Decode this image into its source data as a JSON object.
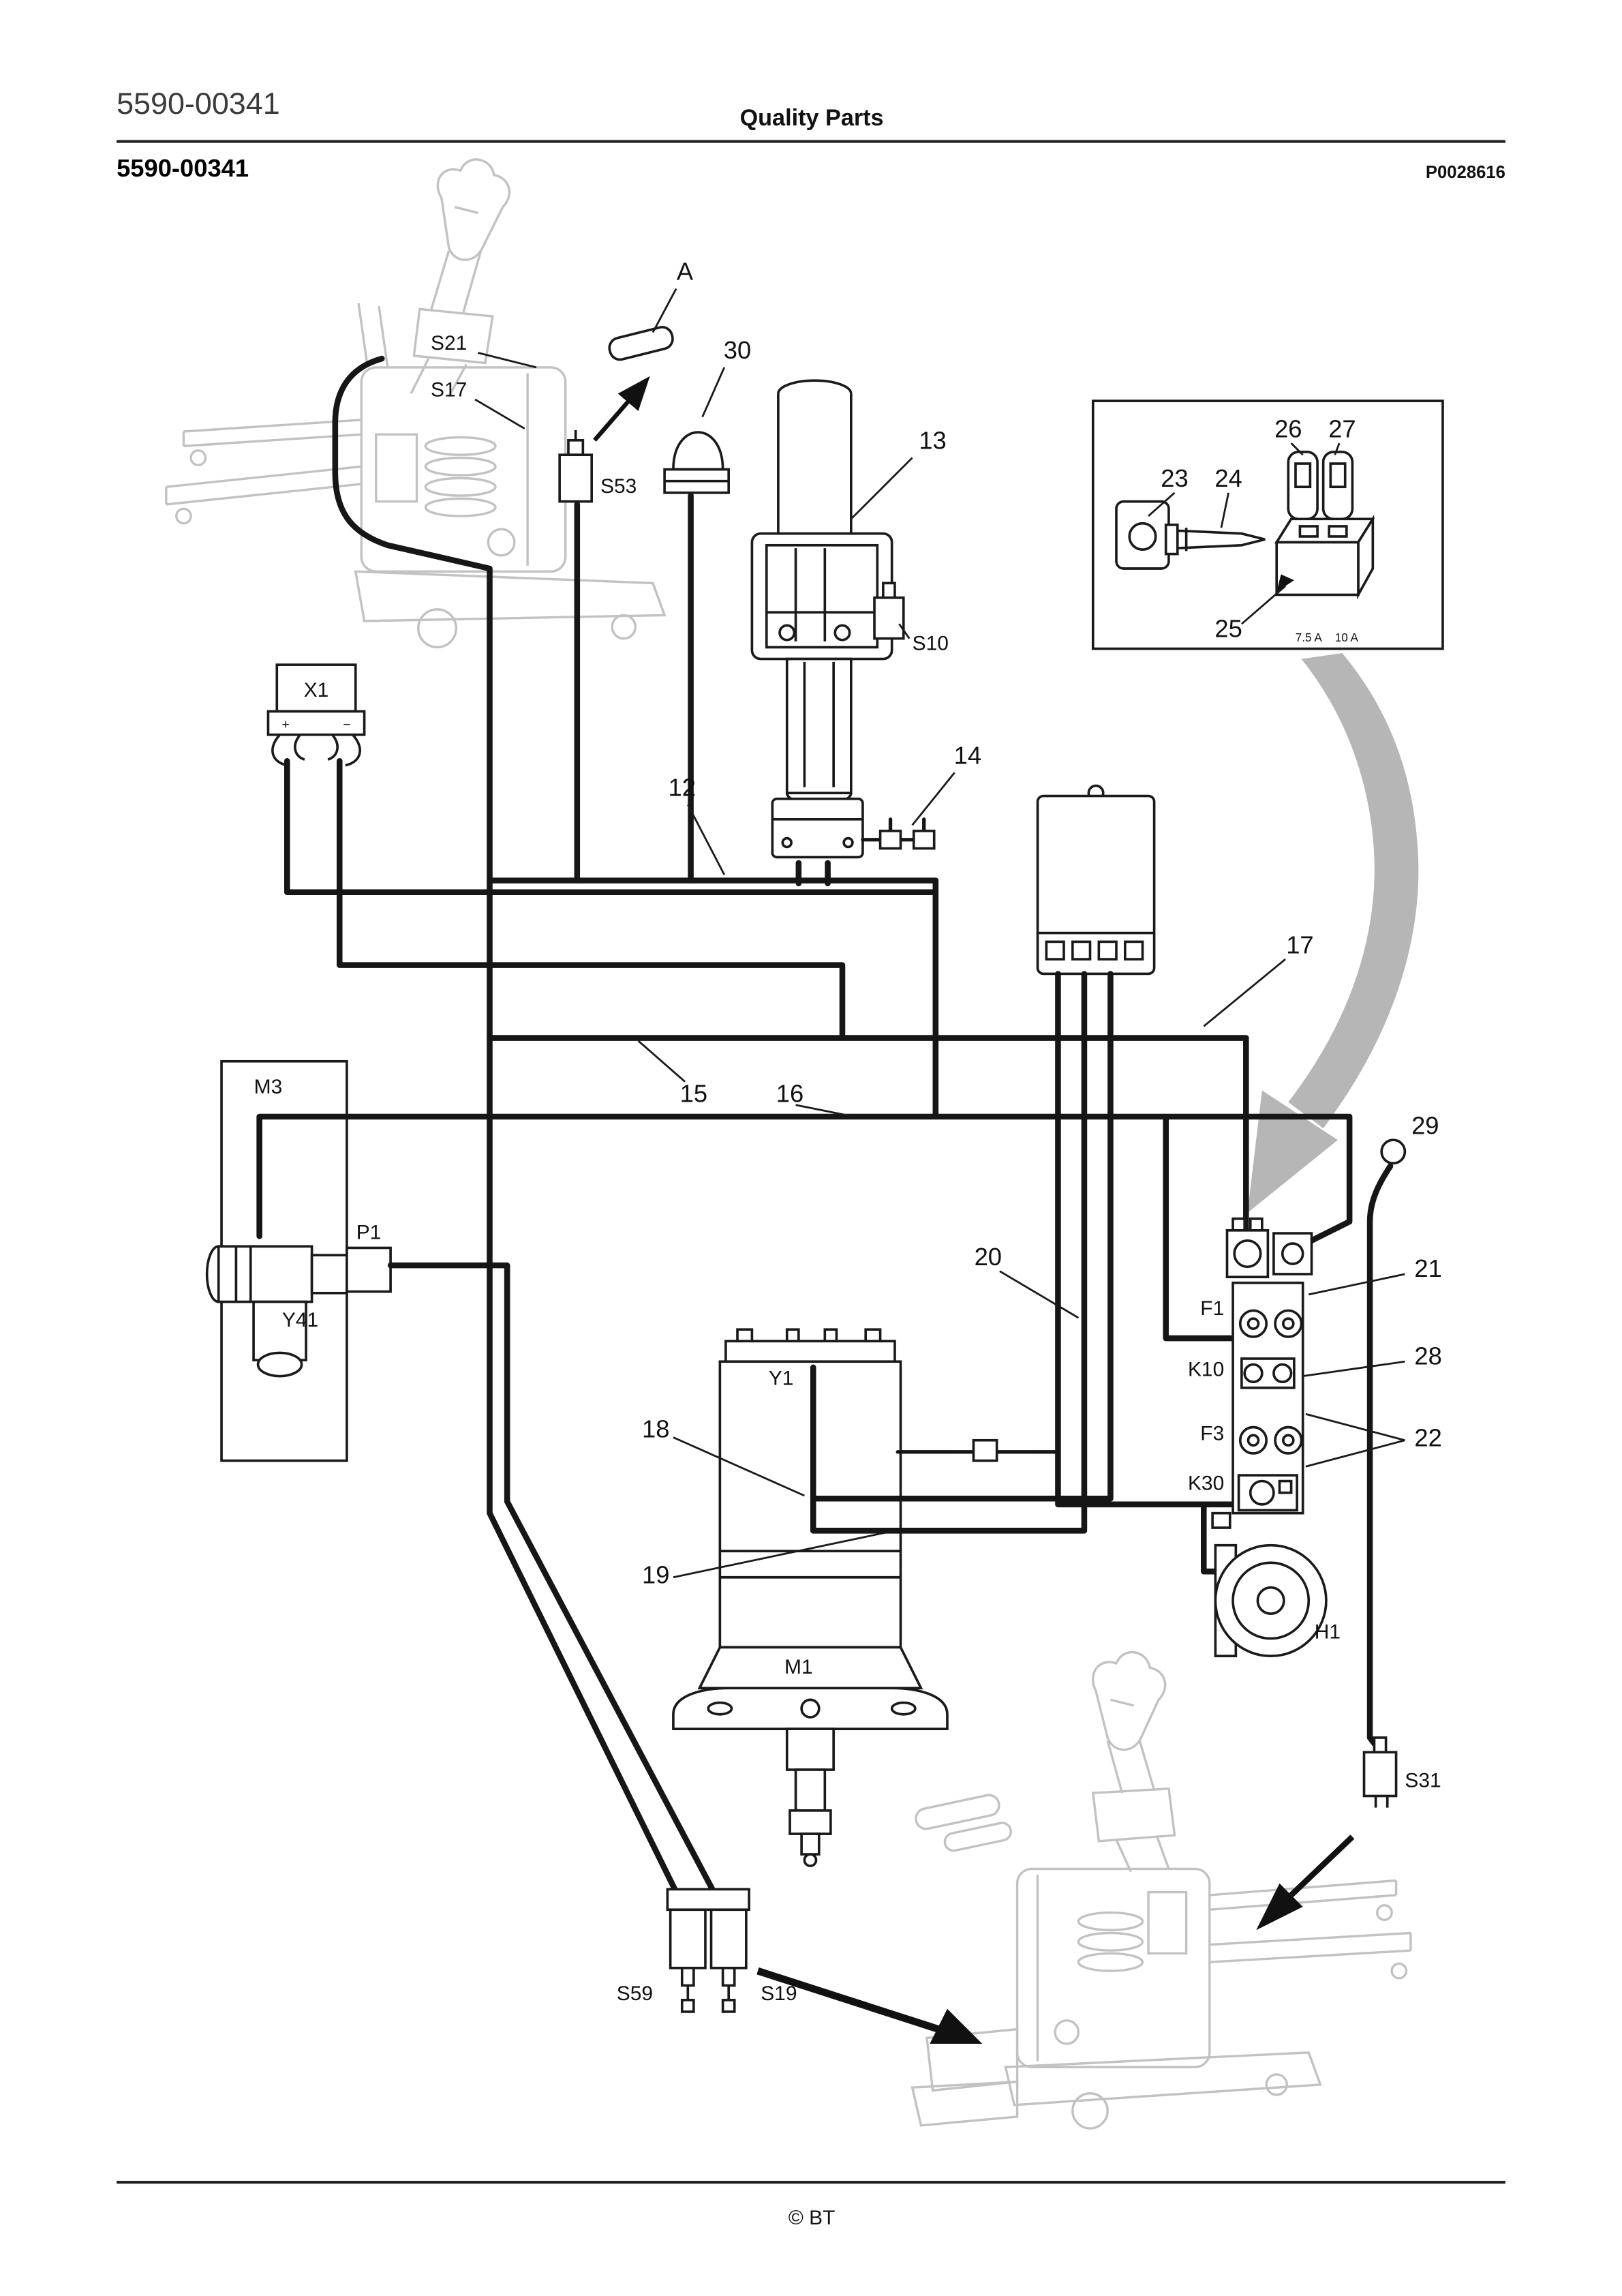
{
  "page": {
    "doc_number_top": "5590-00341",
    "header_title": "Quality Parts",
    "doc_number_bold": "5590-00341",
    "part_code": "P0028616",
    "footer_copyright": "© BT"
  },
  "labels": {
    "a": "A",
    "s21": "S21",
    "s17": "S17",
    "s53": "S53",
    "n30": "30",
    "n13": "13",
    "s10": "S10",
    "n14": "14",
    "n12": "12",
    "x1": "X1",
    "n15": "15",
    "n16": "16",
    "n17": "17",
    "m3": "M3",
    "p1": "P1",
    "y41": "Y41",
    "n18": "18",
    "n19": "19",
    "n20": "20",
    "n21": "21",
    "n22": "22",
    "n28": "28",
    "n29": "29",
    "f1": "F1",
    "k10": "K10",
    "f3": "F3",
    "k30": "K30",
    "y1": "Y1",
    "m1": "M1",
    "h1": "H1",
    "s31": "S31",
    "s59": "S59",
    "s19": "S19",
    "plus": "+",
    "minus": "−"
  },
  "inset": {
    "n23": "23",
    "n24": "24",
    "n25": "25",
    "n26": "26",
    "n27": "27",
    "fuse_rating_1": "7.5 A",
    "fuse_rating_2": "10 A"
  },
  "colors": {
    "line": "#1a1a1a",
    "faded_sketch": "#c2c2c2",
    "arrow_gray": "#b6b6b6"
  }
}
